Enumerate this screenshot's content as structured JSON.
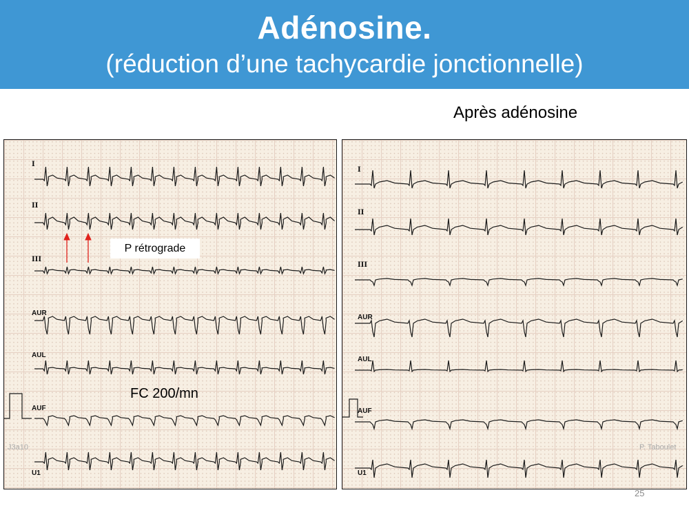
{
  "slide": {
    "title": "Adénosine.",
    "subtitle": "(réduction d’une tachycardie jonctionnelle)",
    "page_number": "25",
    "header_color": "#3f97d4"
  },
  "left_ecg": {
    "leads": [
      "I",
      "II",
      "III",
      "AUR",
      "AUL",
      "AUF",
      "U1"
    ],
    "annotation": "P rétrograde",
    "heart_rate_label": "FC 200/mn",
    "watermark": "J3a10",
    "arrow_color": "#e0221c"
  },
  "right_ecg": {
    "heading": "Après adénosine",
    "leads": [
      "I",
      "II",
      "III",
      "AUR",
      "AUL",
      "AUF",
      "U1"
    ],
    "credit": "P. Taboulet"
  }
}
